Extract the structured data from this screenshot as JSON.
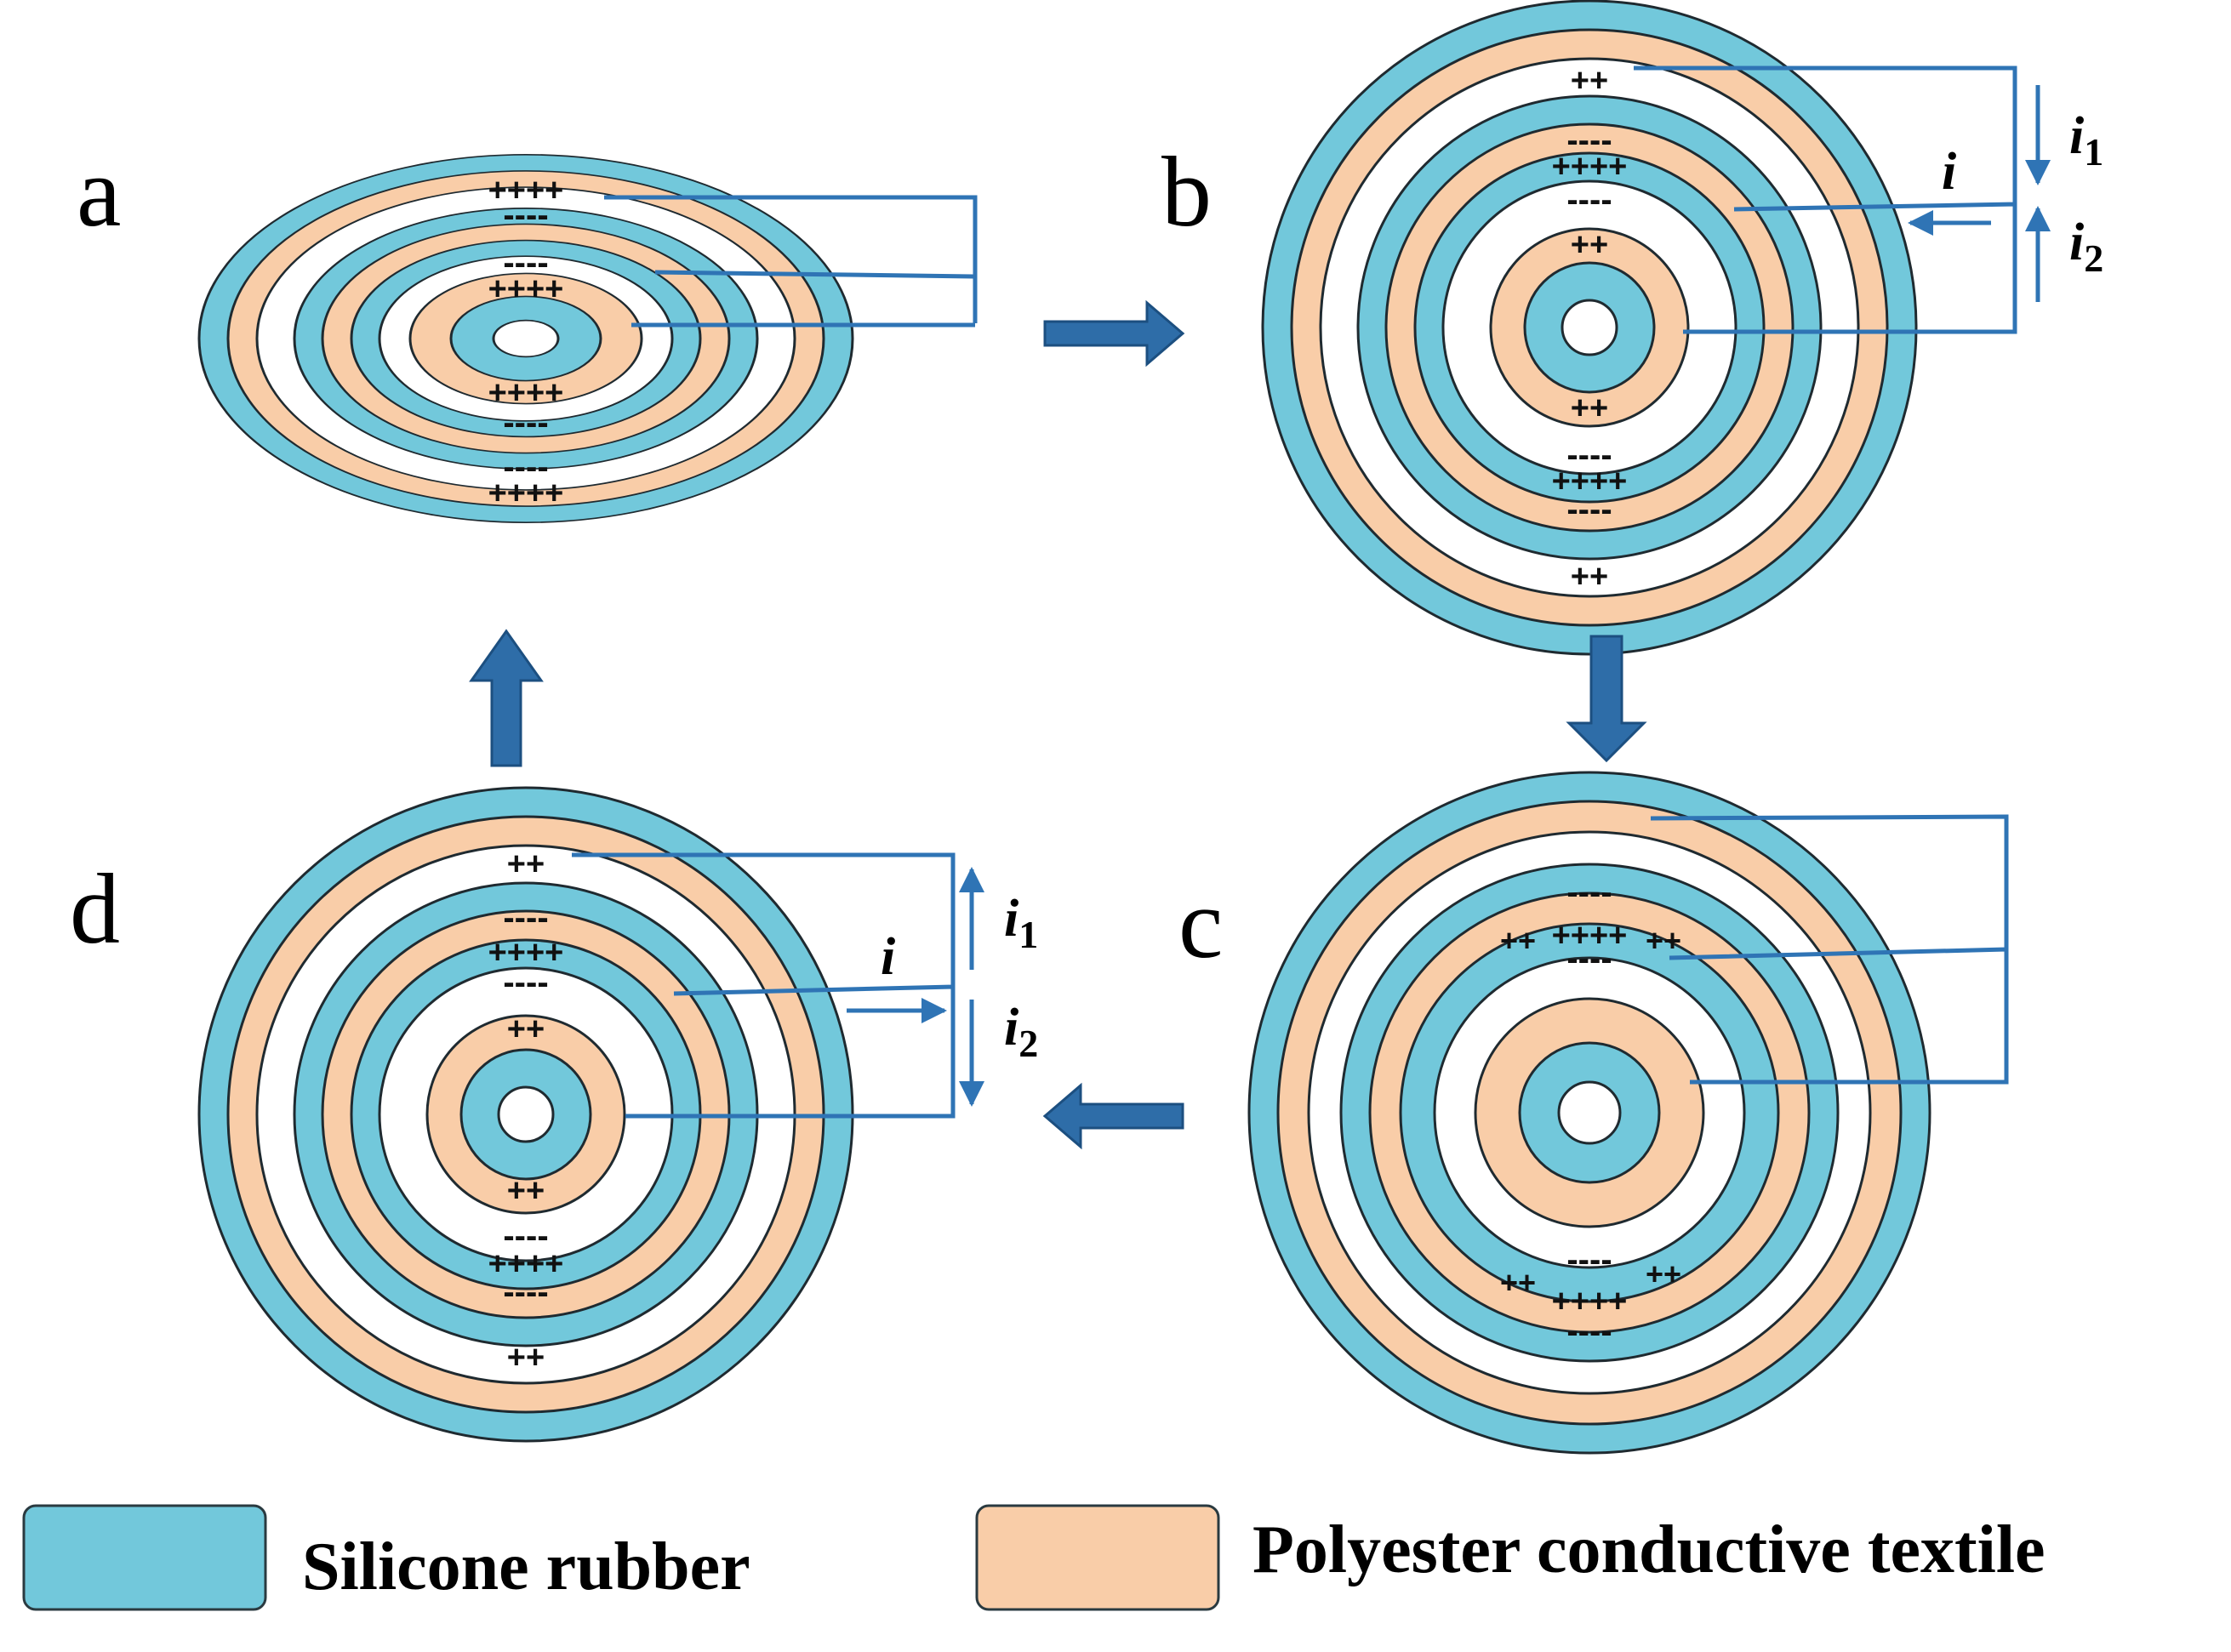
{
  "colors": {
    "silicone": "#72c8db",
    "textile": "#f9cda8",
    "white": "#ffffff",
    "wire": "#2f74b5",
    "process_arrow": "#2e6da8"
  },
  "panels": {
    "a": {
      "label": "a"
    },
    "b": {
      "label": "b"
    },
    "c": {
      "label": "c"
    },
    "d": {
      "label": "d"
    }
  },
  "charges": {
    "a": [
      "++++",
      "----",
      "----",
      "++++",
      "++++",
      "----",
      "----",
      "++++"
    ],
    "b": [
      "++",
      "----",
      "++++",
      "----",
      "++",
      "++",
      "----",
      "++++",
      "----",
      "++"
    ],
    "c": [
      "----",
      "++++",
      "++",
      "++",
      "----",
      "----",
      "++++",
      "++",
      "++",
      "----"
    ],
    "d": [
      "++",
      "----",
      "++++",
      "----",
      "++",
      "++",
      "----",
      "++++",
      "----",
      "++"
    ]
  },
  "currents": {
    "b": {
      "i": "i",
      "i1": "i",
      "i1_sub": "1",
      "i2": "i",
      "i2_sub": "2"
    },
    "d": {
      "i": "i",
      "i1": "i",
      "i1_sub": "1",
      "i2": "i",
      "i2_sub": "2"
    }
  },
  "legend": {
    "silicone_label": "Silicone rubber",
    "textile_label": "Polyester conductive textile"
  }
}
